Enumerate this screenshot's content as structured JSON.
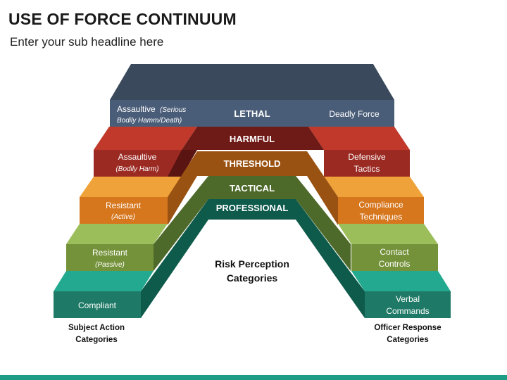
{
  "header": {
    "title": "USE OF FORCE CONTINUUM",
    "subtitle": "Enter your sub headline here"
  },
  "colors": {
    "lethal": "#3a4a5c",
    "harmful": "#a32a26",
    "threshold": "#d6761d",
    "tactical": "#6f8a38",
    "professional": "#1e7a66"
  },
  "diagram": {
    "top_level": {
      "left_label_line1": "Assaultive",
      "left_label_italic1": "(Serious",
      "left_label_line2": "Bodily Hamm/Death)",
      "center_label": "LETHAL",
      "right_label": "Deadly Force"
    },
    "bands": {
      "harmful": "HARMFUL",
      "threshold": "THRESHOLD",
      "tactical": "TACTICAL",
      "professional": "PROFESSIONAL"
    },
    "left_steps": [
      {
        "line1": "Assaultive",
        "line2": "(Bodily Harm)"
      },
      {
        "line1": "Resistant",
        "line2": "(Active)"
      },
      {
        "line1": "Resistant",
        "line2": "(Passive)"
      },
      {
        "line1": "Compliant",
        "line2": ""
      }
    ],
    "right_steps": [
      {
        "line1": "Defensive",
        "line2": "Tactics"
      },
      {
        "line1": "Compliance",
        "line2": "Techniques"
      },
      {
        "line1": "Contact",
        "line2": "Controls"
      },
      {
        "line1": "Verbal",
        "line2": "Commands"
      }
    ],
    "center_caption": {
      "line1": "Risk Perception",
      "line2": "Categories"
    },
    "left_caption": {
      "line1": "Subject Action",
      "line2": "Categories"
    },
    "right_caption": {
      "line1": "Officer Response",
      "line2": "Categories"
    }
  }
}
